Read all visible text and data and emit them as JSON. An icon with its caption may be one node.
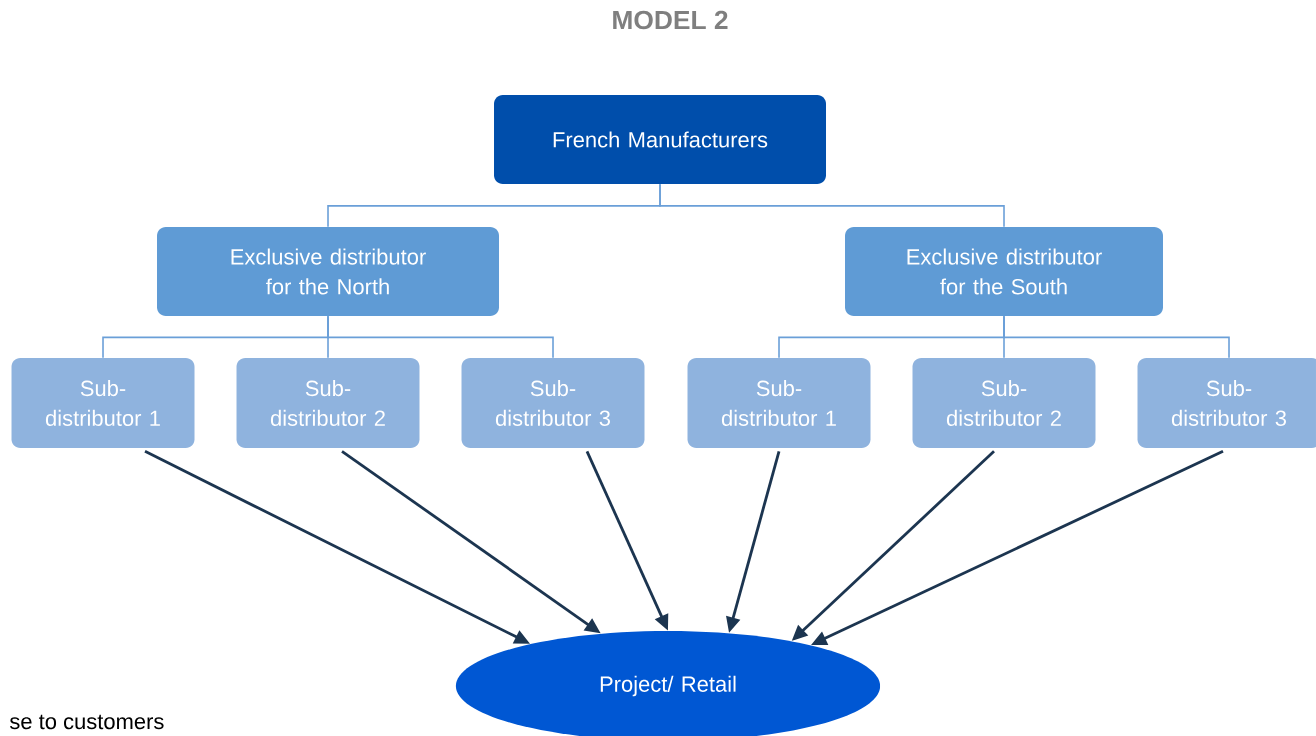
{
  "diagram": {
    "title": "MODEL 2",
    "nodes": [
      {
        "text": [
          "French Manufacturers"
        ]
      },
      {
        "text": [
          "Exclusive distributor for the North"
        ]
      },
      {
        "text": [
          "Exclusive distributor for the South"
        ]
      },
      {
        "text": [
          "Sub- distributor 1"
        ]
      },
      {
        "text": [
          "Sub- distributor 2"
        ]
      },
      {
        "text": [
          "Sub- distributor 3"
        ]
      },
      {
        "text": [
          "Sub- distributor 1"
        ]
      },
      {
        "text": [
          "Sub- distributor 2"
        ]
      },
      {
        "text": [
          "Sub- distributor 3"
        ]
      },
      {
        "text": [
          "Project/ Retail"
        ]
      }
    ],
    "edges": [
      {
        "from": 0,
        "to": 1,
        "arrow": "none"
      },
      {
        "from": 0,
        "to": 2,
        "arrow": "none"
      },
      {
        "from": 1,
        "to": 3,
        "arrow": "none"
      },
      {
        "from": 1,
        "to": 4,
        "arrow": "none"
      },
      {
        "from": 1,
        "to": 5,
        "arrow": "none"
      },
      {
        "from": 2,
        "to": 6,
        "arrow": "none"
      },
      {
        "from": 2,
        "to": 7,
        "arrow": "none"
      },
      {
        "from": 2,
        "to": 8,
        "arrow": "none"
      },
      {
        "from": 3,
        "to": 9,
        "arrow": "to",
        "color": "#1c3550"
      },
      {
        "from": 4,
        "to": 9,
        "arrow": "to",
        "color": "#1c3550"
      },
      {
        "from": 5,
        "to": 9,
        "arrow": "to",
        "color": "#1c3550"
      },
      {
        "from": 6,
        "to": 9,
        "arrow": "to",
        "color": "#1c3550"
      },
      {
        "from": 7,
        "to": 9,
        "arrow": "to",
        "color": "#1c3550"
      },
      {
        "from": 8,
        "to": 9,
        "arrow": "to",
        "color": "#1c3550"
      }
    ],
    "labels": [
      "se to customers"
    ]
  }
}
